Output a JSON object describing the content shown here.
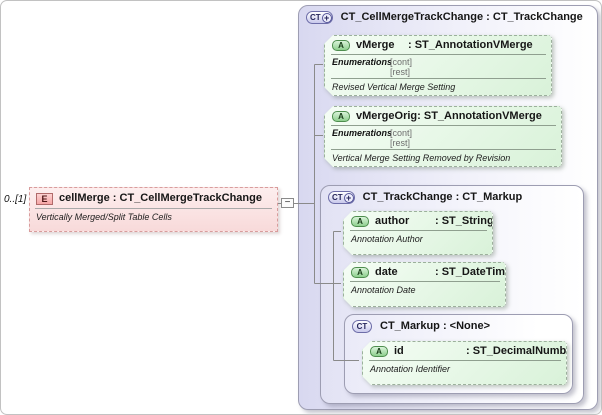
{
  "diagram": {
    "occurrence_label": "0..[1]",
    "icons": {
      "element": "E",
      "attribute": "A",
      "complex_type": "CT",
      "plus": "+",
      "collapse": "−"
    },
    "element": {
      "name": "cellMerge",
      "type_label": " : CT_CellMergeTrackChange",
      "annotation": "Vertically Merged/Split Table Cells"
    },
    "complex_type": {
      "title": "CT_CellMergeTrackChange : CT_TrackChange",
      "attributes": [
        {
          "name": "vMerge",
          "type_label": ": ST_AnnotationVMerge",
          "enumerations_label": "Enumerations",
          "enumeration_values": [
            "[cont]",
            "[rest]"
          ],
          "annotation": "Revised Vertical Merge Setting"
        },
        {
          "name": "vMergeOrig",
          "type_label": ": ST_AnnotationVMerge",
          "enumerations_label": "Enumerations",
          "enumeration_values": [
            "[cont]",
            "[rest]"
          ],
          "annotation": "Vertical Merge Setting Removed by Revision"
        }
      ],
      "base_type": {
        "title": "CT_TrackChange : CT_Markup",
        "attributes": [
          {
            "name": "author",
            "type_label": ": ST_String",
            "annotation": "Annotation Author"
          },
          {
            "name": "date",
            "type_label": ": ST_DateTime",
            "annotation": "Annotation Date"
          }
        ],
        "base_type": {
          "title": "CT_Markup : <None>",
          "attributes": [
            {
              "name": "id",
              "type_label": ": ST_DecimalNumber",
              "annotation": "Annotation Identifier"
            }
          ]
        }
      }
    },
    "colors": {
      "container_fill": "#d8d8f0",
      "attribute_fill": "#dff4df",
      "element_fill": "#fbe6e6",
      "connector": "#8a8a8a"
    }
  }
}
